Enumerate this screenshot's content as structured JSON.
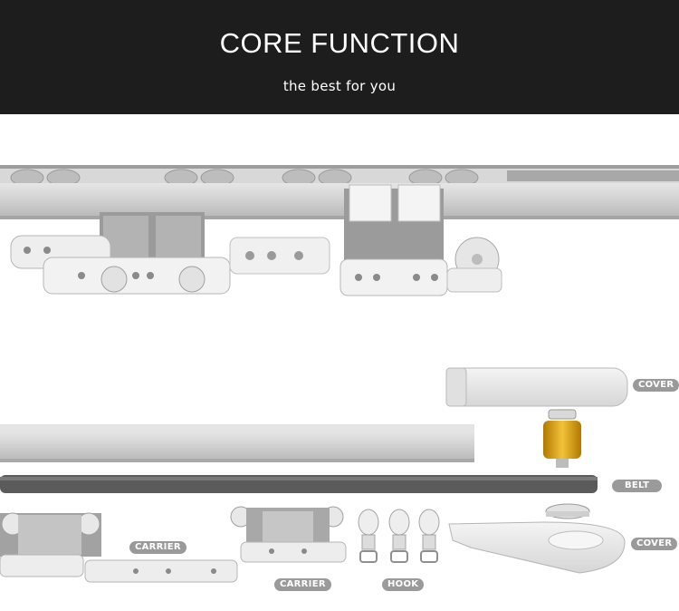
{
  "header": {
    "title": "CORE FUNCTION",
    "subtitle": "the best for you",
    "background": "#1d1d1d"
  },
  "labels": {
    "cover_top": "COVER",
    "belt": "BELT",
    "carrier_left": "CARRIER",
    "carrier_mid": "CARRIER",
    "hook": "HOOK",
    "cover_bottom": "COVER"
  },
  "colors": {
    "track": "#c9c9c9",
    "belt": "#5b5b5b",
    "gear": "#e0a010",
    "tag": "#9a9a9a"
  }
}
